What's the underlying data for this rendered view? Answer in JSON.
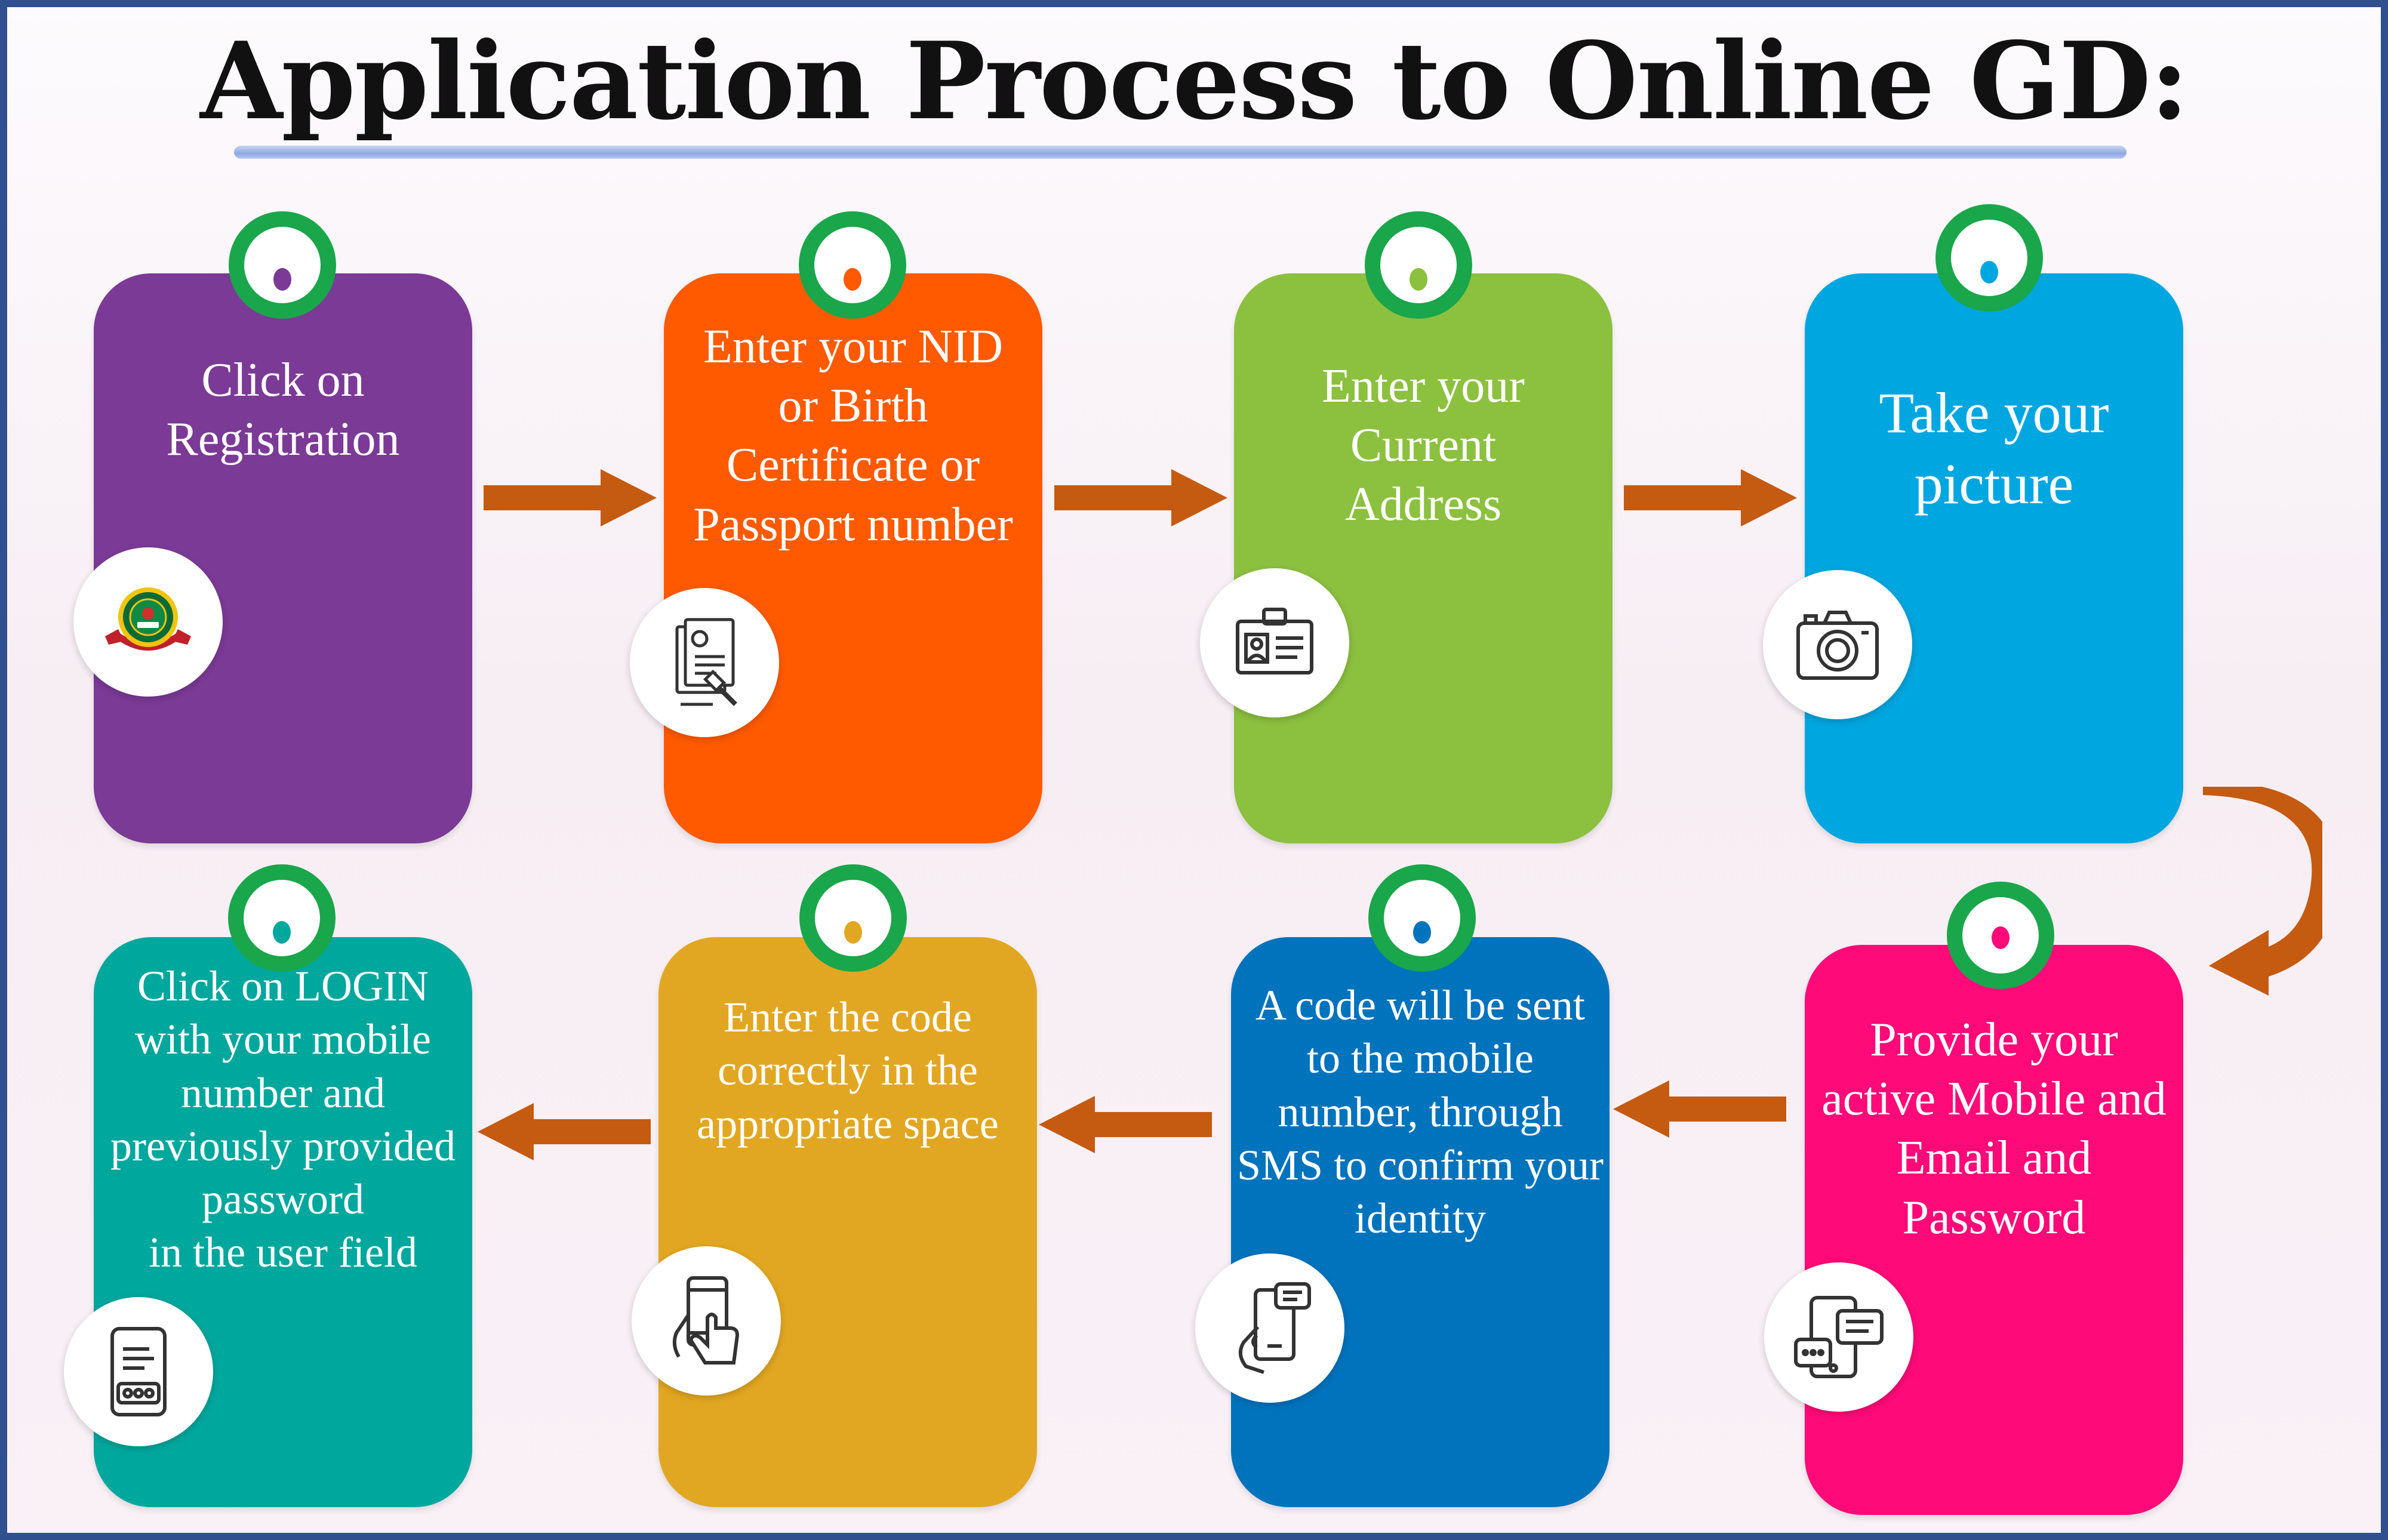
{
  "title": "Application Process to Online GD:",
  "colors": {
    "frame": "#2f4f8f",
    "arrow": "#c55a11",
    "tab": "#1aa64a"
  },
  "steps": [
    {
      "text": "Click on\nRegistration",
      "color": "#7b3a96",
      "icon": "police-logo-icon"
    },
    {
      "text": "Enter your NID\nor Birth\nCertificate or\nPassport number",
      "color": "#ff5a00",
      "icon": "certificate-document-icon"
    },
    {
      "text": "Enter your\nCurrent\nAddress",
      "color": "#8cc03f",
      "icon": "id-card-icon"
    },
    {
      "text": "Take your\npicture",
      "color": "#00a6e0",
      "icon": "camera-icon"
    },
    {
      "text": "Provide your\nactive Mobile and\nEmail and\nPassword",
      "color": "#ff0a78",
      "icon": "phone-chat-icon"
    },
    {
      "text": "A code will be sent\nto the mobile\nnumber, through\nSMS to confirm your\nidentity",
      "color": "#0073bd",
      "icon": "sms-phone-hand-icon"
    },
    {
      "text": "Enter the code\ncorrectly in the\nappropriate space",
      "color": "#e2a722",
      "icon": "touch-phone-icon"
    },
    {
      "text": "Click on LOGIN\nwith your mobile\nnumber and\npreviously provided\npassword\nin the user field",
      "color": "#00a79d",
      "icon": "mobile-keypad-icon"
    }
  ]
}
